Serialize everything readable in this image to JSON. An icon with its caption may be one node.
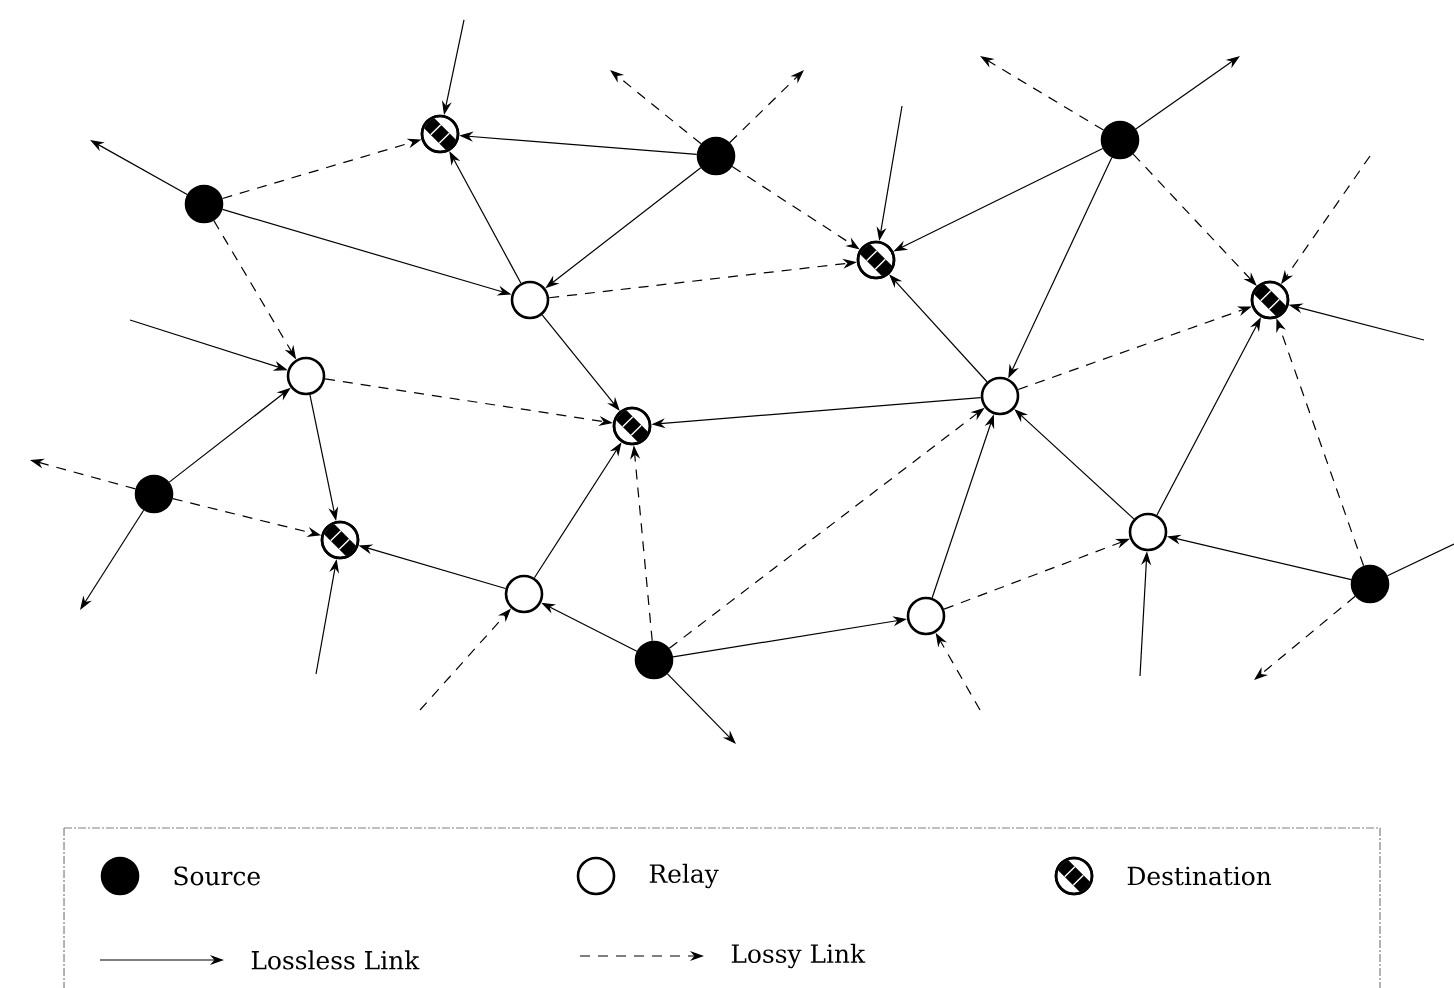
{
  "diagram": {
    "nodes": [
      {
        "text": [],
        "shape": "circle"
      },
      {
        "text": [],
        "shape": "circle"
      },
      {
        "text": [],
        "shape": "circle"
      },
      {
        "text": [],
        "shape": "circle"
      },
      {
        "text": [],
        "shape": "circle"
      },
      {
        "text": [],
        "shape": "circle"
      },
      {
        "text": [],
        "shape": "circle"
      },
      {
        "text": [],
        "shape": "circle"
      },
      {
        "text": [],
        "shape": "circle"
      },
      {
        "text": [],
        "shape": "circle"
      },
      {
        "text": [],
        "shape": "circle"
      },
      {
        "text": [],
        "shape": "circle"
      },
      {
        "text": [],
        "shape": "circle"
      },
      {
        "text": [],
        "shape": "circle"
      },
      {
        "text": [],
        "shape": "circle"
      },
      {
        "text": [],
        "shape": "circle"
      },
      {
        "text": [],
        "shape": "circle"
      }
    ],
    "edges": [
      {
        "from": null,
        "to": 0,
        "arrow": "to"
      },
      {
        "from": 2,
        "to": 0,
        "arrow": "to"
      },
      {
        "from": 5,
        "to": 0,
        "arrow": "to"
      },
      {
        "from": 3,
        "to": 0,
        "arrow": "to",
        "style": "dashed"
      },
      {
        "from": 2,
        "to": 5,
        "arrow": "to"
      },
      {
        "from": 3,
        "to": 5,
        "arrow": "to"
      },
      {
        "from": 3,
        "to": null,
        "arrow": "to"
      },
      {
        "from": 3,
        "to": 7,
        "arrow": "to",
        "style": "dashed"
      },
      {
        "from": 2,
        "to": null,
        "arrow": "to",
        "style": "dashed"
      },
      {
        "from": 2,
        "to": null,
        "arrow": "to",
        "style": "dashed"
      },
      {
        "from": 2,
        "to": 4,
        "arrow": "to",
        "style": "dashed"
      },
      {
        "from": 5,
        "to": 4,
        "arrow": "to",
        "style": "dashed"
      },
      {
        "from": null,
        "to": 4,
        "arrow": "to"
      },
      {
        "from": 1,
        "to": 4,
        "arrow": "to"
      },
      {
        "from": 8,
        "to": 4,
        "arrow": "to"
      },
      {
        "from": 1,
        "to": 8,
        "arrow": "to"
      },
      {
        "from": 1,
        "to": null,
        "arrow": "to",
        "style": "dashed"
      },
      {
        "from": 1,
        "to": null,
        "arrow": "to"
      },
      {
        "from": 1,
        "to": 6,
        "arrow": "to",
        "style": "dashed"
      },
      {
        "from": null,
        "to": 6,
        "arrow": "to",
        "style": "dashed"
      },
      {
        "from": null,
        "to": 6,
        "arrow": "to"
      },
      {
        "from": 8,
        "to": 6,
        "arrow": "to",
        "style": "dashed"
      },
      {
        "from": 11,
        "to": 6,
        "arrow": "to"
      },
      {
        "from": 13,
        "to": 6,
        "arrow": "to",
        "style": "dashed"
      },
      {
        "from": 5,
        "to": 9,
        "arrow": "to"
      },
      {
        "from": null,
        "to": 7,
        "arrow": "to"
      },
      {
        "from": 7,
        "to": 9,
        "arrow": "to",
        "style": "dashed"
      },
      {
        "from": 7,
        "to": 12,
        "arrow": "to"
      },
      {
        "from": 10,
        "to": 7,
        "arrow": "to"
      },
      {
        "from": 10,
        "to": null,
        "arrow": "to",
        "style": "dashed"
      },
      {
        "from": 10,
        "to": null,
        "arrow": "to"
      },
      {
        "from": 10,
        "to": 12,
        "arrow": "to",
        "style": "dashed"
      },
      {
        "from": null,
        "to": 12,
        "arrow": "to"
      },
      {
        "from": 14,
        "to": 12,
        "arrow": "to"
      },
      {
        "from": 14,
        "to": 9,
        "arrow": "to"
      },
      {
        "from": null,
        "to": 14,
        "arrow": "to",
        "style": "dashed"
      },
      {
        "from": 16,
        "to": 14,
        "arrow": "to"
      },
      {
        "from": 16,
        "to": 9,
        "arrow": "to",
        "style": "dashed"
      },
      {
        "from": 16,
        "to": null,
        "arrow": "to"
      },
      {
        "from": 16,
        "to": 8,
        "arrow": "to",
        "style": "dashed"
      },
      {
        "from": 16,
        "to": 15,
        "arrow": "to"
      },
      {
        "from": 8,
        "to": 9,
        "arrow": "to"
      },
      {
        "from": 15,
        "to": 8,
        "arrow": "to"
      },
      {
        "from": 11,
        "to": 8,
        "arrow": "to"
      },
      {
        "from": 15,
        "to": 11,
        "arrow": "to",
        "style": "dashed"
      },
      {
        "from": null,
        "to": 11,
        "arrow": "to"
      },
      {
        "from": 13,
        "to": 11,
        "arrow": "to"
      },
      {
        "from": 13,
        "to": null,
        "arrow": "to",
        "style": "dashed"
      },
      {
        "from": 13,
        "to": null,
        "arrow": "none"
      },
      {
        "from": null,
        "to": 15,
        "arrow": "to",
        "style": "dashed"
      }
    ],
    "legend": [
      {
        "text": "Source"
      },
      {
        "text": "Relay"
      },
      {
        "text": "Destination"
      },
      {
        "text": "Lossless Link"
      },
      {
        "text": "Lossy Link"
      }
    ]
  }
}
